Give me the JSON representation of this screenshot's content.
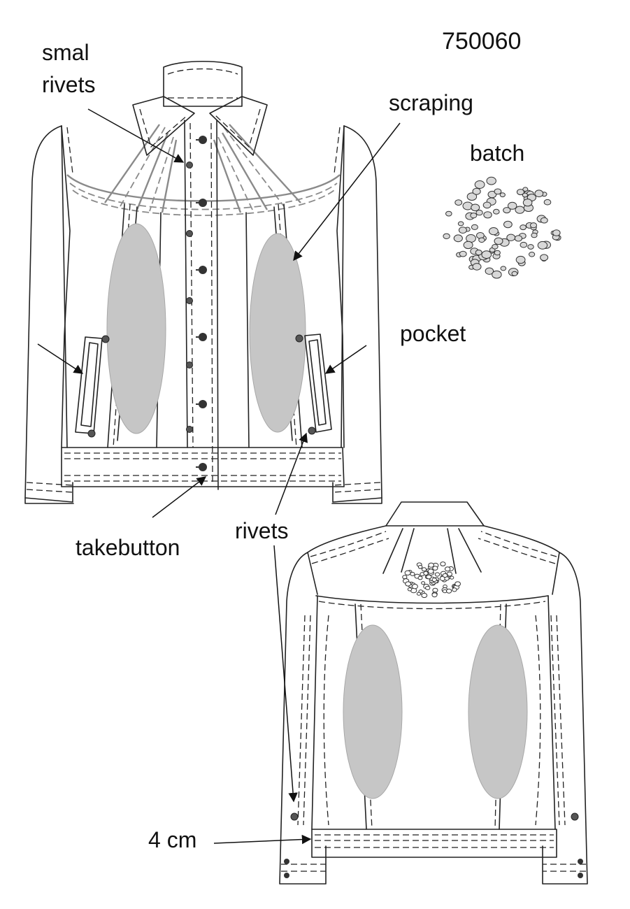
{
  "sheet": {
    "style_number": "750060",
    "labels": {
      "small_rivets_line1": "smal",
      "small_rivets_line2": "rivets",
      "scraping": "scraping",
      "batch": "batch",
      "pocket": "pocket",
      "takebutton": "takebutton",
      "rivets": "rivets",
      "hem_band": "4 cm"
    }
  },
  "colors": {
    "line": "#222222",
    "scraping_fill": "#c6c6c6",
    "yoke_line": "#8a8a8a",
    "rivet": "#333333"
  }
}
